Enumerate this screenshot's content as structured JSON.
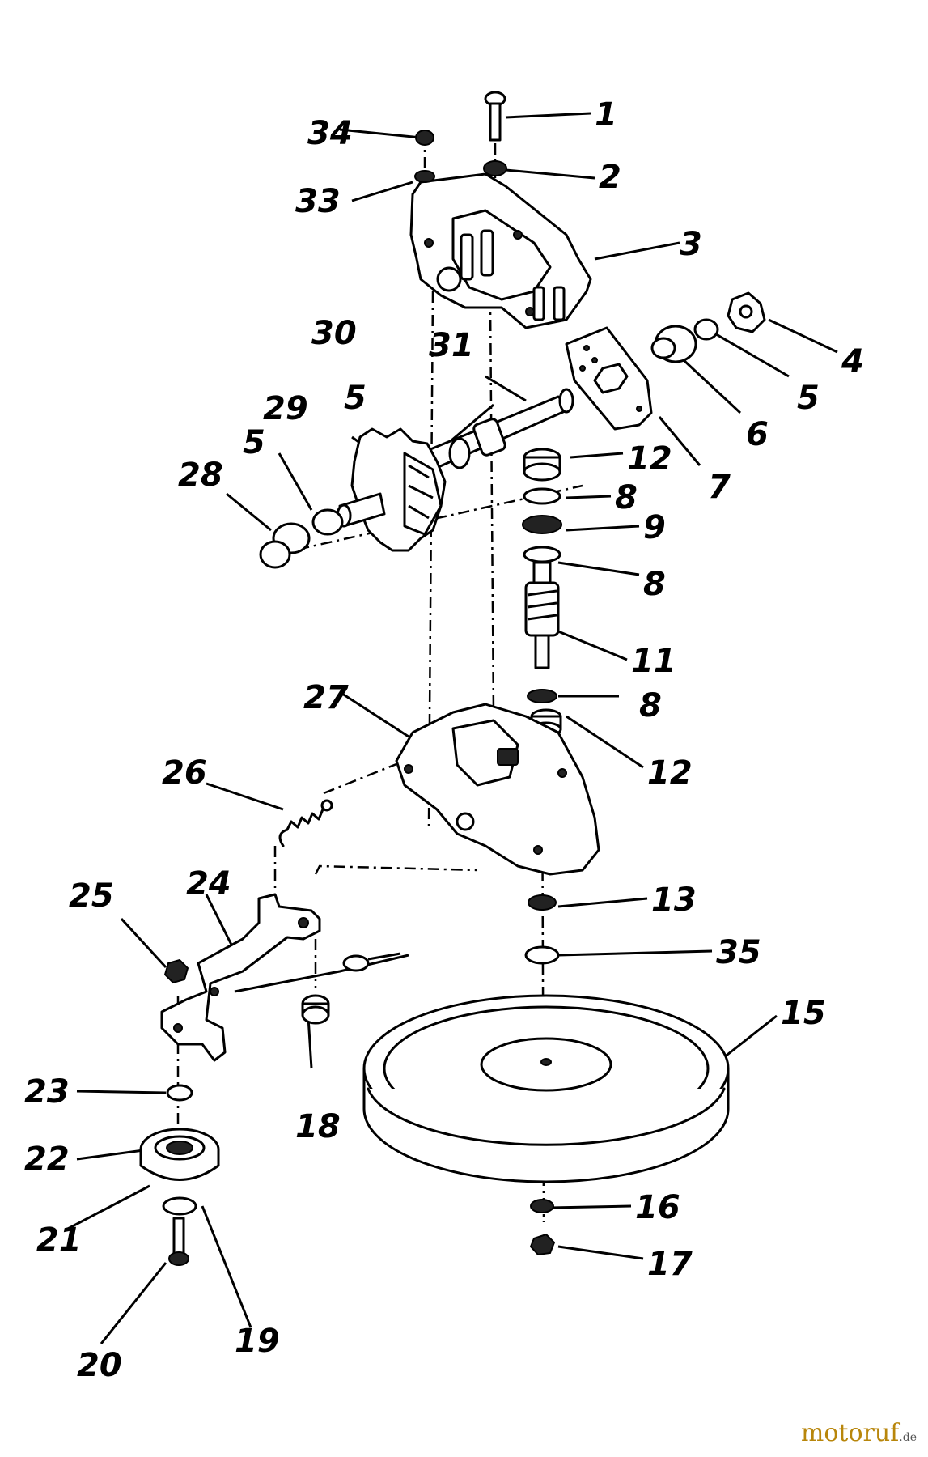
{
  "callouts": {
    "p1": "1",
    "p2": "2",
    "p3": "3",
    "p4": "4",
    "p5a": "5",
    "p5b": "5",
    "p5c": "5",
    "p6": "6",
    "p7": "7",
    "p8a": "8",
    "p8b": "8",
    "p8c": "8",
    "p9": "9",
    "p11": "11",
    "p12a": "12",
    "p12b": "12",
    "p13": "13",
    "p15": "15",
    "p16": "16",
    "p17": "17",
    "p18": "18",
    "p19": "19",
    "p20": "20",
    "p21": "21",
    "p22": "22",
    "p23": "23",
    "p24": "24",
    "p25": "25",
    "p26": "26",
    "p27": "27",
    "p28": "28",
    "p29": "29",
    "p30": "30",
    "p31": "31",
    "p33": "33",
    "p34": "34",
    "p35": "35"
  },
  "watermark": {
    "brand": "motoruf",
    "tld": ".de"
  }
}
